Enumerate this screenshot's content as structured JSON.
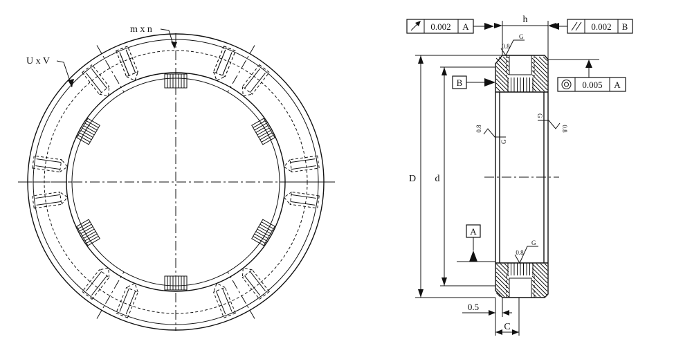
{
  "front_view": {
    "label_mxn": "m x n",
    "label_uxv": "U x V"
  },
  "section_view": {
    "dim_h": "h",
    "dim_D": "D",
    "dim_d": "d",
    "dim_C": "C",
    "dim_chamfer": "0.5",
    "datum_A": "A",
    "datum_B": "B",
    "roughness_value": "0.8",
    "roughness_grade": "G",
    "tol_runout": {
      "value": "0.002",
      "datum": "A",
      "icon": "circular-runout-icon"
    },
    "tol_parallel": {
      "value": "0.002",
      "datum": "B",
      "icon": "parallelism-icon"
    },
    "tol_concentric": {
      "value": "0.005",
      "datum": "A",
      "icon": "concentricity-icon"
    }
  }
}
